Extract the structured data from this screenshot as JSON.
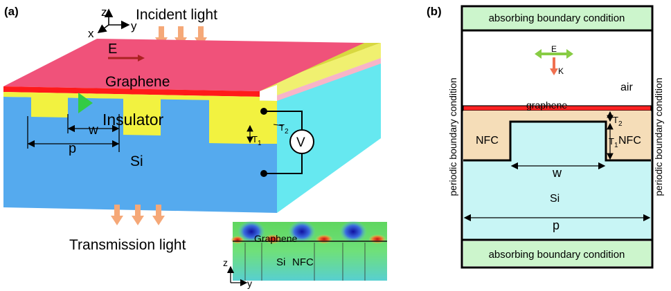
{
  "panel_a": {
    "label": "(a)",
    "axes": {
      "z": "z",
      "y": "y",
      "x": "x"
    },
    "incident_light": "Incident light",
    "e_field": "E",
    "graphene": "Graphene",
    "insulator": "Insulator",
    "w": "w",
    "p": "p",
    "si": "Si",
    "t1": "T",
    "t1_sub": "1",
    "t2": "T",
    "t2_sub": "2",
    "voltage": "V",
    "transmission_light": "Transmission light",
    "inset": {
      "graphene": "Graphene",
      "si": "Si",
      "nfc": "NFC",
      "z": "z",
      "y": "y"
    }
  },
  "panel_b": {
    "label": "(b)",
    "top_boundary": "absorbing boundary condition",
    "bottom_boundary": "absorbing boundary condition",
    "left_boundary": "periodic boundary condition",
    "right_boundary": "periodic boundary condition",
    "e": "E",
    "k": "K",
    "air": "air",
    "graphene": "graphene",
    "nfc_left": "NFC",
    "nfc_right": "NFC",
    "t2": "T",
    "t2_sub": "2",
    "t1": "T",
    "t1_sub": "1",
    "w": "w",
    "si": "Si",
    "p": "p"
  },
  "colors": {
    "graphene_top": "#f0527a",
    "graphene_layer": "#ff1a1a",
    "insulator": "#f2f240",
    "si_front": "#55aaee",
    "si_side": "#66e8f0",
    "arrow_light": "#f5a878",
    "green_marker": "#33cc44",
    "boundary_fill": "#ccf5cc",
    "nfc_fill": "#f5ddb8",
    "si_fill_b": "#c8f5f5",
    "dark_red": "#aa2222"
  }
}
